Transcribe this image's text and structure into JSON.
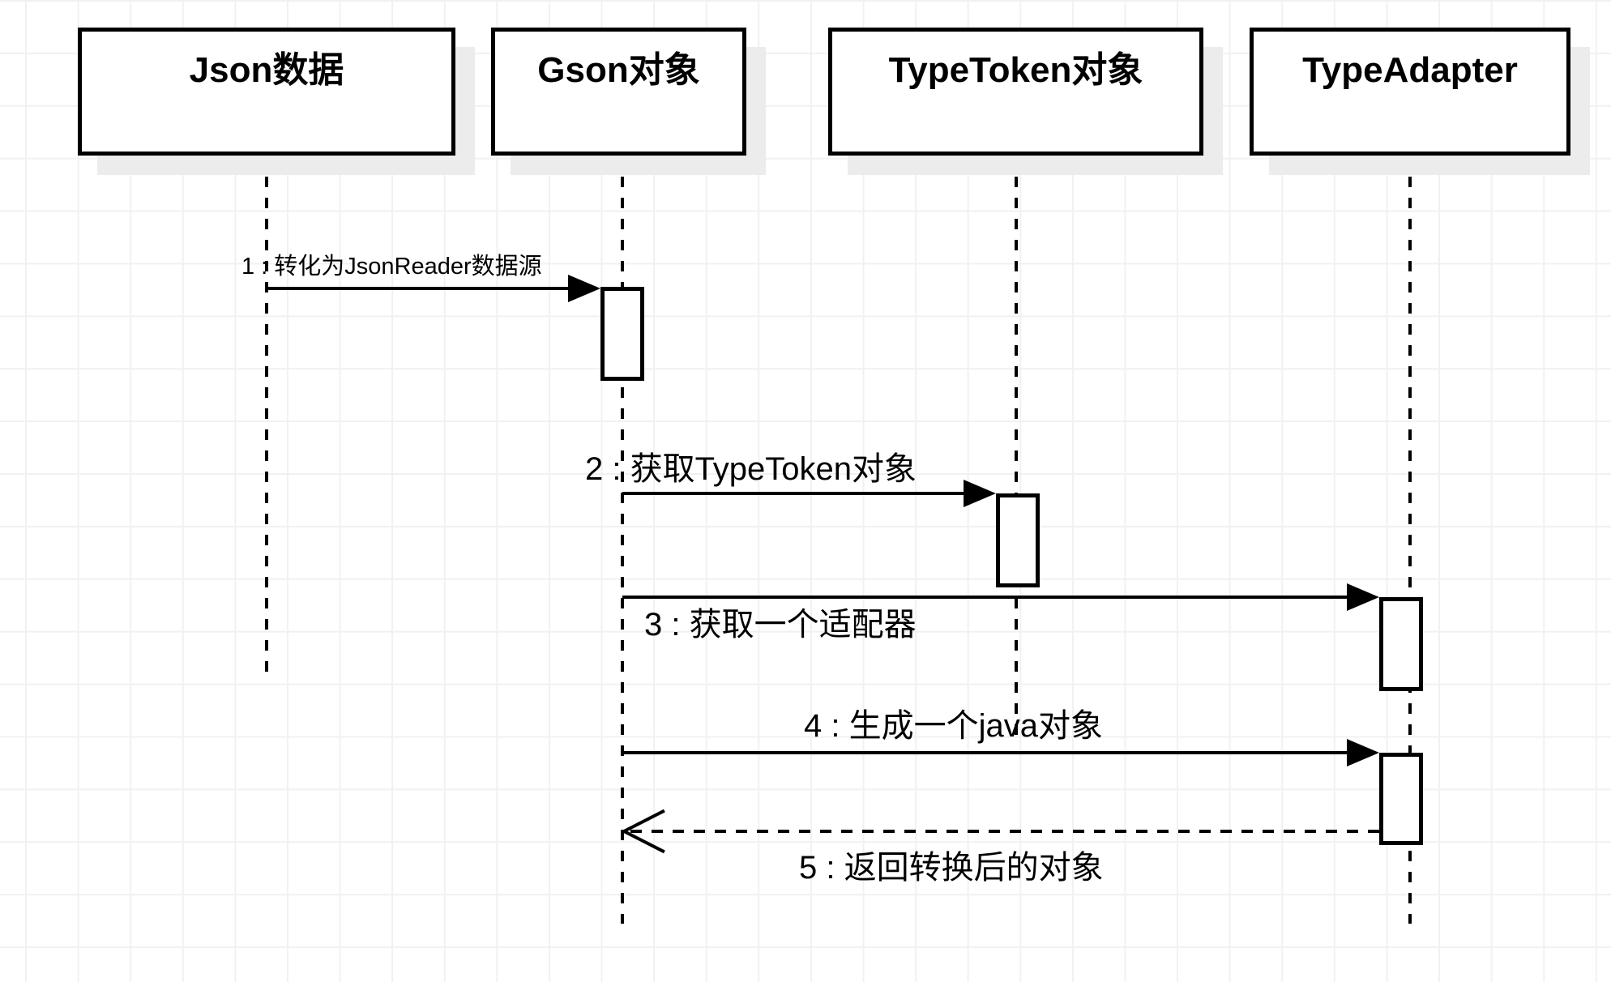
{
  "diagram": {
    "type": "uml-sequence",
    "participants": [
      {
        "id": "json-data",
        "label": "Json数据"
      },
      {
        "id": "gson-object",
        "label": "Gson对象"
      },
      {
        "id": "typetoken-object",
        "label": "TypeToken对象"
      },
      {
        "id": "typeadapter",
        "label": "TypeAdapter"
      }
    ],
    "messages": [
      {
        "seq": "1",
        "label": "1 : 转化为JsonReader数据源",
        "from": "json-data",
        "to": "gson-object",
        "line": "solid",
        "arrowhead": "filled"
      },
      {
        "seq": "2",
        "label": "2 : 获取TypeToken对象",
        "from": "gson-object",
        "to": "typetoken-object",
        "line": "solid",
        "arrowhead": "filled"
      },
      {
        "seq": "3",
        "label": "3 : 获取一个适配器",
        "from": "gson-object",
        "to": "typeadapter",
        "line": "solid",
        "arrowhead": "filled"
      },
      {
        "seq": "4",
        "label": "4 : 生成一个java对象",
        "from": "gson-object",
        "to": "typeadapter",
        "line": "solid",
        "arrowhead": "filled"
      },
      {
        "seq": "5",
        "label": "5 : 返回转换后的对象",
        "from": "typeadapter",
        "to": "gson-object",
        "line": "dashed",
        "arrowhead": "open"
      }
    ],
    "colors": {
      "stroke": "#000000",
      "fill": "#ffffff",
      "shadow": "#ececec",
      "grid": "#f1f1f1",
      "background": "#ffffff"
    }
  }
}
